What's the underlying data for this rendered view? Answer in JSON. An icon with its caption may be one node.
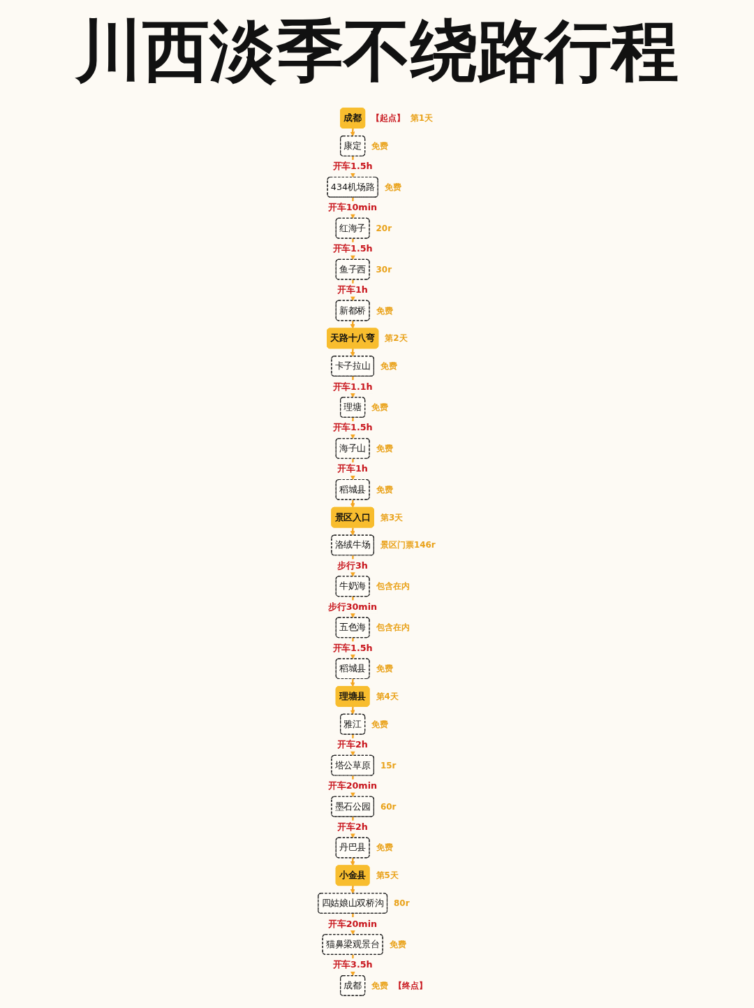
{
  "diagram": {
    "title": "川西淡季不绕路行程",
    "nodes": [
      {
        "text": [
          "成都"
        ],
        "beside": [
          "【起点】",
          "第1天"
        ]
      },
      {
        "text": [
          "康定"
        ],
        "beside": [
          "免费"
        ]
      },
      {
        "text": [
          "434机场路"
        ],
        "beside": [
          "免费"
        ]
      },
      {
        "text": [
          "红海子"
        ],
        "beside": [
          "20r"
        ]
      },
      {
        "text": [
          "鱼子西"
        ],
        "beside": [
          "30r"
        ]
      },
      {
        "text": [
          "新都桥"
        ],
        "beside": [
          "免费"
        ]
      },
      {
        "text": [
          "天路十八弯"
        ],
        "beside": [
          "第2天"
        ]
      },
      {
        "text": [
          "卡子拉山"
        ],
        "beside": [
          "免费"
        ]
      },
      {
        "text": [
          "理塘"
        ],
        "beside": [
          "免费"
        ]
      },
      {
        "text": [
          "海子山"
        ],
        "beside": [
          "免费"
        ]
      },
      {
        "text": [
          "稻城县"
        ],
        "beside": [
          "免费"
        ]
      },
      {
        "text": [
          "景区入口"
        ],
        "beside": [
          "第3天"
        ]
      },
      {
        "text": [
          "洛绒牛场"
        ],
        "beside": [
          "景区门票146r"
        ]
      },
      {
        "text": [
          "牛奶海"
        ],
        "beside": [
          "包含在内"
        ]
      },
      {
        "text": [
          "五色海"
        ],
        "beside": [
          "包含在内"
        ]
      },
      {
        "text": [
          "稻城县"
        ],
        "beside": [
          "免费"
        ]
      },
      {
        "text": [
          "理塘县"
        ],
        "beside": [
          "第4天"
        ]
      },
      {
        "text": [
          "雅江"
        ],
        "beside": [
          "免费"
        ]
      },
      {
        "text": [
          "塔公草原"
        ],
        "beside": [
          "15r"
        ]
      },
      {
        "text": [
          "墨石公园"
        ],
        "beside": [
          "60r"
        ]
      },
      {
        "text": [
          "丹巴县"
        ],
        "beside": [
          "免费"
        ]
      },
      {
        "text": [
          "小金县"
        ],
        "beside": [
          "第5天"
        ]
      },
      {
        "text": [
          "四姑娘山双桥沟"
        ],
        "beside": [
          "80r"
        ]
      },
      {
        "text": [
          "猫鼻梁观景台"
        ],
        "beside": [
          "免费"
        ]
      },
      {
        "text": [
          "成都"
        ],
        "beside": [
          "免费",
          "【终点】"
        ]
      }
    ],
    "edges": [
      {
        "from": 0,
        "to": 1,
        "arrow": "to"
      },
      {
        "from": 1,
        "to": 2,
        "arrow": "to",
        "label": "开车1.5h"
      },
      {
        "from": 2,
        "to": 3,
        "arrow": "to",
        "label": "开车10min"
      },
      {
        "from": 3,
        "to": 4,
        "arrow": "to",
        "label": "开车1.5h"
      },
      {
        "from": 4,
        "to": 5,
        "arrow": "to",
        "label": "开车1h"
      },
      {
        "from": 5,
        "to": 6,
        "arrow": "to"
      },
      {
        "from": 6,
        "to": 7,
        "arrow": "to"
      },
      {
        "from": 7,
        "to": 8,
        "arrow": "to",
        "label": "开车1.1h"
      },
      {
        "from": 8,
        "to": 9,
        "arrow": "to",
        "label": "开车1.5h"
      },
      {
        "from": 9,
        "to": 10,
        "arrow": "to",
        "label": "开车1h"
      },
      {
        "from": 10,
        "to": 11,
        "arrow": "to"
      },
      {
        "from": 11,
        "to": 12,
        "arrow": "to"
      },
      {
        "from": 12,
        "to": 13,
        "arrow": "to",
        "label": "步行3h"
      },
      {
        "from": 13,
        "to": 14,
        "arrow": "to",
        "label": "步行30min"
      },
      {
        "from": 14,
        "to": 15,
        "arrow": "to",
        "label": "开车1.5h"
      },
      {
        "from": 15,
        "to": 16,
        "arrow": "to"
      },
      {
        "from": 16,
        "to": 17,
        "arrow": "to"
      },
      {
        "from": 17,
        "to": 18,
        "arrow": "to",
        "label": "开车2h"
      },
      {
        "from": 18,
        "to": 19,
        "arrow": "to",
        "label": "开车20min"
      },
      {
        "from": 19,
        "to": 20,
        "arrow": "to",
        "label": "开车2h"
      },
      {
        "from": 20,
        "to": 21,
        "arrow": "to"
      },
      {
        "from": 21,
        "to": 22,
        "arrow": "to"
      },
      {
        "from": 22,
        "to": 23,
        "arrow": "to",
        "label": "开车20min"
      },
      {
        "from": 23,
        "to": 24,
        "arrow": "to",
        "label": "开车3.5h"
      }
    ]
  }
}
